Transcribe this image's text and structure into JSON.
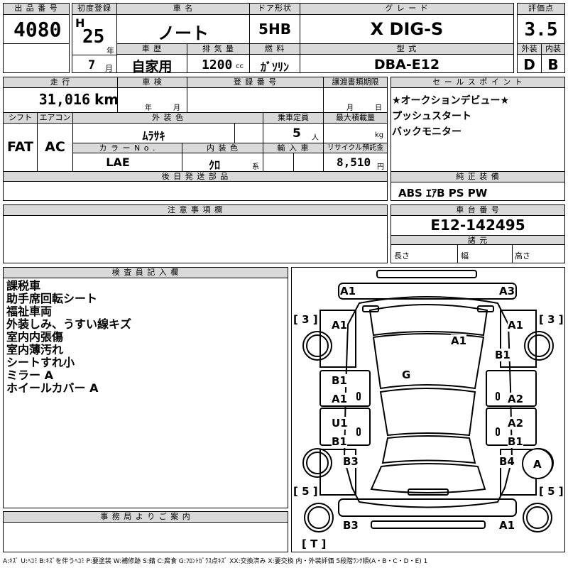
{
  "header": {
    "lot_no_label": "出 品 番 号",
    "lot_no": "4080",
    "first_reg_label": "初度登録",
    "era": "H",
    "year_num": "25",
    "year_unit": "年",
    "month_num": "7",
    "month_unit": "月",
    "car_name_label": "車 名",
    "car_name": "ノート",
    "door_label": "ドア形状",
    "door": "5HB",
    "grade_label": "グ レ ー ド",
    "grade": "X DIG-S",
    "score_label": "評価点",
    "score": "3.5",
    "history_label": "車 歴",
    "history": "自家用",
    "displacement_label": "排 気 量",
    "displacement": "1200",
    "displacement_unit": "cc",
    "fuel_label": "燃 料",
    "fuel": "ｶﾞｿﾘﾝ",
    "model_label": "型 式",
    "model": "DBA-E12",
    "exterior_label": "外装",
    "exterior_grade": "D",
    "interior_label": "内装",
    "interior_grade": "B"
  },
  "mid": {
    "mileage_label": "走 行",
    "mileage": "31,016",
    "mileage_unit": "km",
    "inspection_label": "車 検",
    "insp_year_unit": "年",
    "insp_month_unit": "月",
    "reg_no_label": "登 録 番 号",
    "transfer_label": "譲渡書類期限",
    "transfer_month_unit": "月",
    "transfer_day_unit": "日",
    "shift_label": "シフト",
    "shift": "FAT",
    "aircon_label": "エアコン",
    "aircon": "AC",
    "ext_color_label": "外 装 色",
    "ext_color": "ﾑﾗｻｷ",
    "capacity_label": "乗車定員",
    "capacity": "5",
    "capacity_unit": "人",
    "max_load_label": "最大積載量",
    "max_load_unit": "kg",
    "color_no_label": "カ ラ ー N o .",
    "color_no": "LAE",
    "int_color_label": "内 装 色",
    "int_color": "ｸﾛ",
    "int_color_unit": "系",
    "import_label": "輸 入 車",
    "recycle_label": "リサイクル預託金",
    "recycle": "8,510",
    "recycle_unit": "円",
    "later_parts_label": "後 日 発 送 部 品",
    "selling_points_label": "セ ー ル ス ポ イ ン ト",
    "selling_points": [
      "★オークションデビュー★",
      "プッシュスタート",
      "バックモニター"
    ],
    "equipment_label": "純 正 装 備",
    "equipment": "ABS ｴｱB PS PW",
    "caution_label": "注 意 事 項 欄",
    "chassis_label": "車 台 番 号",
    "chassis": "E12-142495",
    "specs_label": "諸 元",
    "length_label": "長さ",
    "width_label": "幅",
    "height_label": "高さ"
  },
  "inspector": {
    "label": "検 査 員 記 入 欄",
    "notes": [
      "課税車",
      "助手席回転シート",
      "福祉車両",
      "外装しみ、うすい線キズ",
      "室内内張傷",
      "室内薄汚れ",
      "シートすれ小",
      "ミラー A",
      "ホイールカバー A"
    ]
  },
  "office": {
    "label": "事 務 局 よ り ご 案 内"
  },
  "legend": "A:ｷｽﾞ U:ﾍｺﾐ B:ｷｽﾞを伴うﾍｺﾐ P:要塗装 W:補修跡 S:錆 C:腐食 G:ﾌﾛﾝﾄｶﾞﾗｽ点ｷｽﾞ XX:交換済み X:要交換 内・外装評価 5段階ﾗﾝｸ順(A・B・C・D・E) 1",
  "diagram": {
    "tread_fl": "[ 3 ]",
    "tread_fr": "[ 3 ]",
    "tread_rl": "[ 5 ]",
    "tread_rr": "[ 5 ]",
    "tread_spare": "[ T ]",
    "marks": [
      {
        "id": "front-left-corner",
        "text": "A1"
      },
      {
        "id": "front-right-corner",
        "text": "A3"
      },
      {
        "id": "front-left-fender",
        "text": "A1"
      },
      {
        "id": "front-right-fender",
        "text": "A1"
      },
      {
        "id": "hood",
        "text": "A1"
      },
      {
        "id": "right-fender-lower",
        "text": "B1"
      },
      {
        "id": "windshield",
        "text": "G"
      },
      {
        "id": "left-front-door-1",
        "text": "B1"
      },
      {
        "id": "left-front-door-2",
        "text": "A1"
      },
      {
        "id": "right-front-door",
        "text": "A2"
      },
      {
        "id": "left-rear-door-1",
        "text": "U1"
      },
      {
        "id": "left-rear-door-2",
        "text": "B1"
      },
      {
        "id": "right-rear-door-1",
        "text": "A2"
      },
      {
        "id": "right-rear-door-2",
        "text": "B1"
      },
      {
        "id": "left-quarter",
        "text": "B3"
      },
      {
        "id": "right-quarter",
        "text": "B4"
      },
      {
        "id": "right-rear-wheel",
        "text": "A"
      },
      {
        "id": "rear-left-corner",
        "text": "B3"
      },
      {
        "id": "rear-right-corner",
        "text": "A1"
      }
    ]
  }
}
